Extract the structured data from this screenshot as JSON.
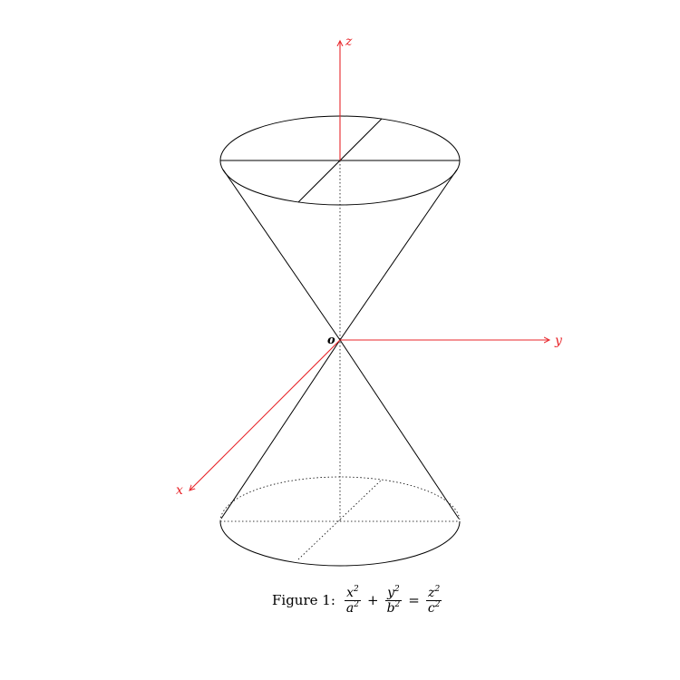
{
  "diagram": {
    "axes": {
      "z_label": "z",
      "y_label": "y",
      "x_label": "x",
      "origin_label": "o",
      "color": "#e8262b"
    },
    "surface_color": "#000000"
  },
  "caption": {
    "prefix": "Figure 1:",
    "terms": [
      {
        "num_var": "x",
        "num_exp": "2",
        "den_var": "a",
        "den_exp": "2"
      },
      {
        "num_var": "y",
        "num_exp": "2",
        "den_var": "b",
        "den_exp": "2"
      },
      {
        "num_var": "z",
        "num_exp": "2",
        "den_var": "c",
        "den_exp": "2"
      }
    ],
    "op_plus": "+",
    "op_equals": "="
  }
}
